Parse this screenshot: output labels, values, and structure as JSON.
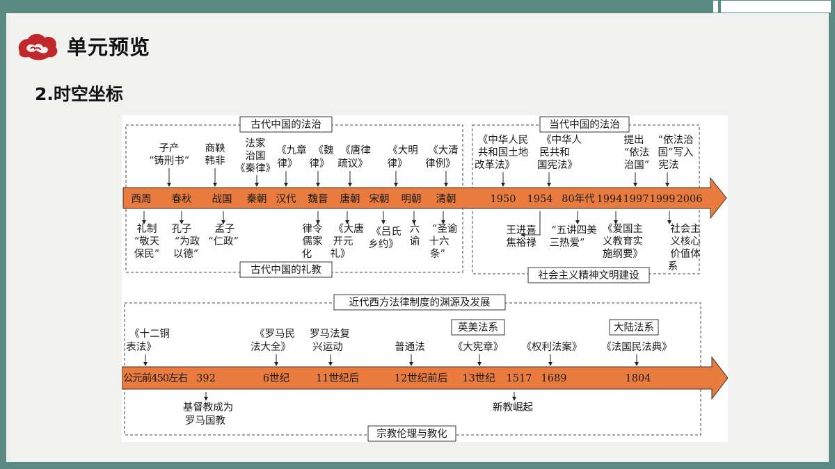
{
  "header": {
    "title": "单元预览",
    "subtitle": "2.时空坐标"
  },
  "colors": {
    "background": "#5b8a82",
    "slide": "#f1f2ef",
    "arrow": "#e97b3f",
    "logo": "#c0282c"
  },
  "timeline1": {
    "box_ancient_law": "古代中国的法治",
    "box_ancient_ritual": "古代中国的礼教",
    "box_modern_law": "当代中国的法治",
    "box_socialist": "社会主义精神文明建设",
    "axis": [
      "西周",
      "春秋",
      "战国",
      "秦朝",
      "汉代",
      "魏晋",
      "唐朝",
      "宋朝",
      "明朝",
      "清朝",
      "1950",
      "1954",
      "80年代",
      "1994",
      "1997",
      "1999",
      "2006"
    ],
    "above": {
      "zichan": [
        "子产",
        "“铸刑书”"
      ],
      "shangyang": [
        "商鞅",
        "韩非"
      ],
      "fajia": [
        "法家",
        "治国",
        "《秦律》"
      ],
      "jiuzhang": [
        "《九章",
        "律》"
      ],
      "wei": [
        "《魏",
        "律》"
      ],
      "tang": [
        "《唐律",
        "疏议》"
      ],
      "ming": [
        "《大明",
        "律》"
      ],
      "qing": [
        "《大清",
        "律例》"
      ],
      "land_law": [
        "《中华人民",
        "共和国土地",
        "改革法》"
      ],
      "constitution": [
        "《中华人",
        "民共和",
        "国宪法》"
      ],
      "rule_of_law": [
        "提出",
        "“依法",
        "治国”"
      ],
      "written": [
        "“依法治",
        "国”写入",
        "宪法"
      ]
    },
    "below": {
      "lizhi": [
        "礼制",
        "“敬天",
        "保民”"
      ],
      "kongzi": [
        "孔子",
        "“为政",
        "以德”"
      ],
      "mengzi": [
        "孟子",
        "“仁政”"
      ],
      "lvling": [
        "律令",
        "儒家",
        "化"
      ],
      "kaiyuan": [
        "《大唐",
        "开元",
        "礼》"
      ],
      "lvshi": [
        "《吕氏",
        "乡约》"
      ],
      "liuyu": [
        "六",
        "谕"
      ],
      "shengyu": [
        "“圣谕",
        "十六",
        "条”"
      ],
      "wang": [
        "王进喜",
        "焦裕禄"
      ],
      "wujiang": [
        "“五讲四美",
        "三热爱”"
      ],
      "aiguo": [
        "《爱国主",
        "义教育实",
        "施纲要》"
      ],
      "hexin": [
        "社会主",
        "义核心",
        "价值体",
        "系"
      ]
    }
  },
  "timeline2": {
    "box_western": "近代西方法律制度的渊源及发展",
    "box_religion": "宗教伦理与教化",
    "box_anglo": "英美法系",
    "box_continental": "大陆法系",
    "axis": [
      "公元前450左右",
      "392",
      "6世纪",
      "11世纪后",
      "12世纪前后",
      "13世纪",
      "1517",
      "1689",
      "1804"
    ],
    "above": {
      "twelve": [
        "《十二铜",
        "表法》"
      ],
      "corpus": [
        "《罗马民",
        "法大全》"
      ],
      "revival": [
        "罗马法复",
        "兴运动"
      ],
      "common": [
        "普通法"
      ],
      "magna": [
        "《大宪章》"
      ],
      "rights": [
        "《权利法案》"
      ],
      "code": [
        "《法国民法典》"
      ]
    },
    "below": {
      "christ": [
        "基督教成为",
        "罗马国教"
      ],
      "reform": [
        "新教崛起"
      ]
    }
  }
}
